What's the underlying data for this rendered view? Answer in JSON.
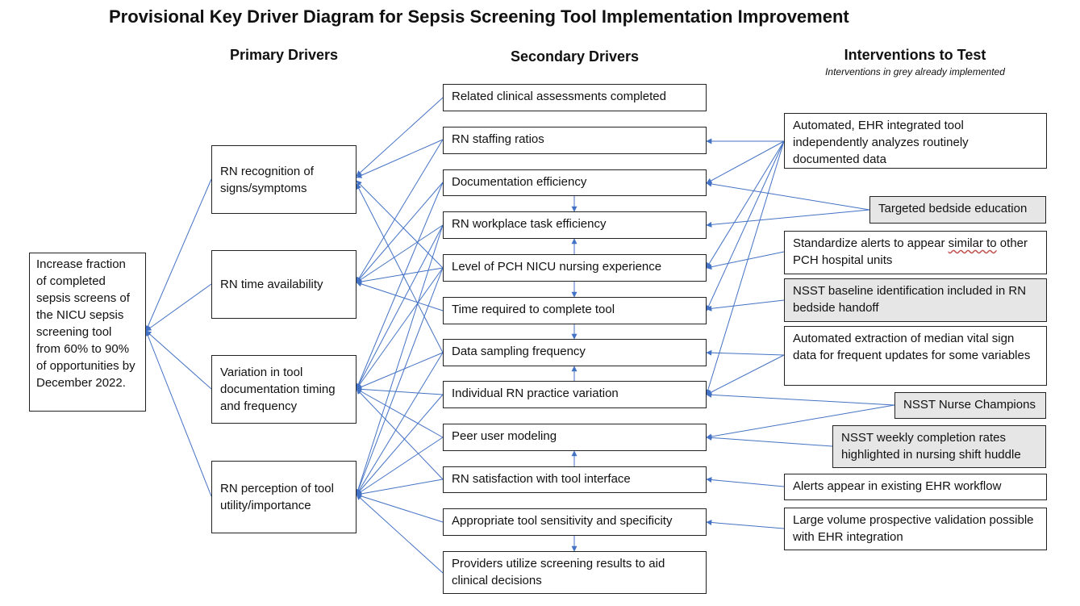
{
  "title": "Provisional Key Driver Diagram for Sepsis Screening Tool Implementation Improvement",
  "headers": {
    "primary": "Primary Drivers",
    "secondary": "Secondary Drivers",
    "interventions": "Interventions to Test",
    "interventions_note": "Interventions in grey already implemented"
  },
  "aim": "Increase fraction of completed sepsis screens of the NICU sepsis screening tool from 60% to 90% of opportunities by December 2022.",
  "primary_drivers": [
    "RN recognition of signs/symptoms",
    "RN time availability",
    "Variation in tool documentation timing and frequency",
    "RN perception of tool utility/importance"
  ],
  "secondary_drivers": [
    "Related clinical assessments completed",
    "RN staffing ratios",
    "Documentation efficiency",
    "RN workplace task efficiency",
    "Level of PCH NICU nursing experience",
    "Time required to complete tool",
    "Data sampling frequency",
    "Individual RN practice variation",
    "Peer user modeling",
    "RN satisfaction with tool interface",
    "Appropriate tool sensitivity and specificity",
    "Providers utilize screening results to aid clinical decisions"
  ],
  "interventions": [
    {
      "text": "Automated, EHR integrated tool independently analyzes routinely documented data",
      "implemented": false
    },
    {
      "text": "Targeted bedside education",
      "implemented": true
    },
    {
      "text_before": "Standardize alerts to appear ",
      "text_marked": "similar to",
      "text_after": " other PCH hospital units",
      "implemented": false
    },
    {
      "text": "NSST baseline identification included in RN bedside handoff",
      "implemented": true
    },
    {
      "text": "Automated extraction of median vital sign data for frequent updates for some variables",
      "implemented": false
    },
    {
      "text": "NSST Nurse Champions",
      "implemented": true
    },
    {
      "text": "NSST weekly completion rates highlighted in nursing shift huddle",
      "implemented": true
    },
    {
      "text": "Alerts appear in existing EHR workflow",
      "implemented": false
    },
    {
      "text": "Large volume prospective validation possible with EHR integration",
      "implemented": false
    }
  ],
  "colors": {
    "arrow": "#4472c4",
    "implemented_fill": "#e6e6e6",
    "border": "#222222"
  }
}
